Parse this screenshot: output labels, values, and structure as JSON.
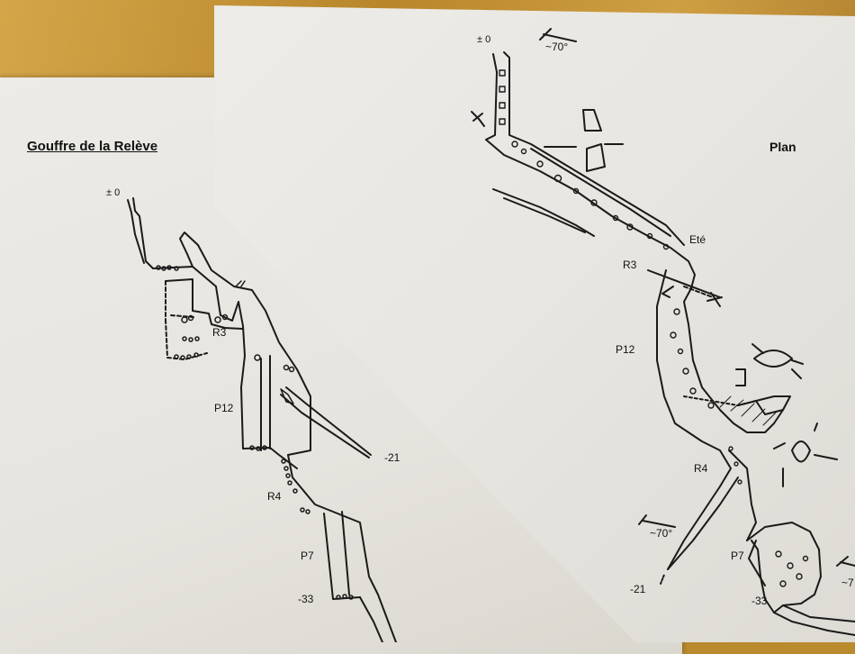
{
  "left_sheet": {
    "title": "Gouffre de la Relève",
    "labels": {
      "entrance_depth": "± 0",
      "r3": "R3",
      "p12": "P12",
      "depth_21": "-21",
      "r4": "R4",
      "p7": "P7",
      "depth_33": "-33"
    }
  },
  "right_sheet": {
    "title": "Plan",
    "labels": {
      "entrance_depth": "± 0",
      "slope_top": "~70°",
      "ete": "Eté",
      "r3": "R3",
      "p12": "P12",
      "r4": "R4",
      "slope_mid": "~70°",
      "depth_21": "-21",
      "p7": "P7",
      "depth_33": "-33",
      "slope_edge": "~7"
    }
  },
  "colors": {
    "ink": "#1a1a1a",
    "paper": "#ecebe6",
    "wood": "#c4943a"
  }
}
